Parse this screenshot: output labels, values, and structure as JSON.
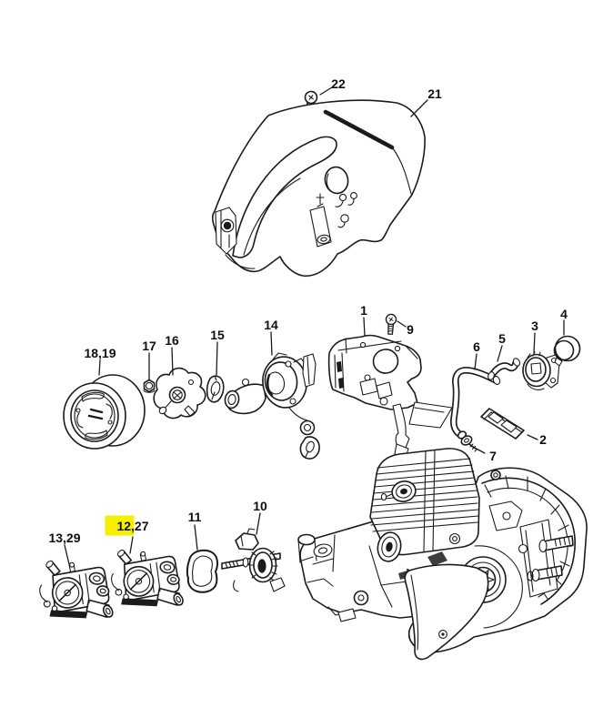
{
  "diagram": {
    "background_color": "#ffffff",
    "line_color": "#1b1b1b",
    "highlight_color": "#f7ef00",
    "highlighted_label": "12,27",
    "labels": [
      {
        "id": "22",
        "text": "22",
        "highlighted": false
      },
      {
        "id": "21",
        "text": "21",
        "highlighted": false
      },
      {
        "id": "18-19",
        "text": "18,19",
        "highlighted": false
      },
      {
        "id": "17",
        "text": "17",
        "highlighted": false
      },
      {
        "id": "16",
        "text": "16",
        "highlighted": false
      },
      {
        "id": "15",
        "text": "15",
        "highlighted": false
      },
      {
        "id": "14",
        "text": "14",
        "highlighted": false
      },
      {
        "id": "1",
        "text": "1",
        "highlighted": false
      },
      {
        "id": "9",
        "text": "9",
        "highlighted": false
      },
      {
        "id": "6",
        "text": "6",
        "highlighted": false
      },
      {
        "id": "5",
        "text": "5",
        "highlighted": false
      },
      {
        "id": "3",
        "text": "3",
        "highlighted": false
      },
      {
        "id": "4",
        "text": "4",
        "highlighted": false
      },
      {
        "id": "2",
        "text": "2",
        "highlighted": false
      },
      {
        "id": "7",
        "text": "7",
        "highlighted": false
      },
      {
        "id": "13-29",
        "text": "13,29",
        "highlighted": false
      },
      {
        "id": "12-27",
        "text": "12,27",
        "highlighted": true
      },
      {
        "id": "11",
        "text": "11",
        "highlighted": false
      },
      {
        "id": "10",
        "text": "10",
        "highlighted": false
      }
    ]
  }
}
